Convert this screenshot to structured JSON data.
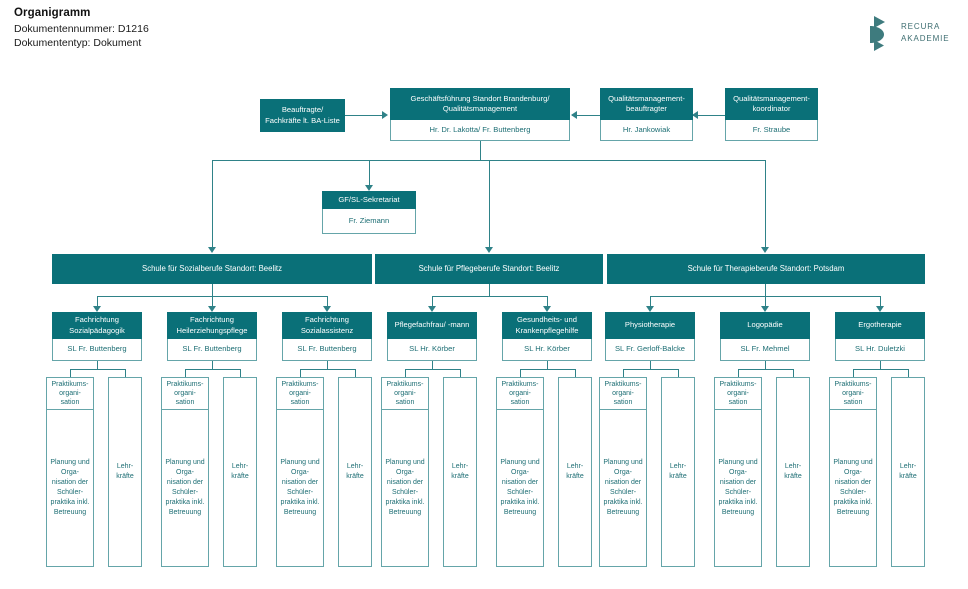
{
  "document": {
    "title": "Organigramm",
    "number_label": "Dokumentennummer: D1216",
    "type_label": "Dokumententyp: Dokument"
  },
  "logo": {
    "line1": "RECURA",
    "line2": "AKADEMIE"
  },
  "colors": {
    "teal_fill": "#0a7078",
    "teal_line": "#2f8288",
    "teal_text": "#1d6e74",
    "box_border": "#65a5a9",
    "logo_text": "#3e6e71"
  },
  "nodes": {
    "beauftragte": {
      "head": "Beauftragte/ Fachkräfte lt. BA-Liste"
    },
    "geschaeftsfuehrung": {
      "head": "Geschäftsführung Standort Brandenburg/ Qualitätsmanagement",
      "body": "Hr. Dr. Lakotta/ Fr. Buttenberg"
    },
    "qm_beauftragter": {
      "head": "Qualitätsmanagement-beauftragter",
      "body": "Hr. Jankowiak"
    },
    "qm_koordinator": {
      "head": "Qualitätsmanagement-koordinator",
      "body": "Fr. Straube"
    },
    "sekretariat": {
      "head": "GF/SL-Sekretariat",
      "body": "Fr. Ziemann"
    }
  },
  "schools": [
    {
      "id": "sozialberufe",
      "head": "Schule für Sozialberufe Standort: Beelitz",
      "departments": [
        {
          "head": "Fachrichtung Sozialpädagogik",
          "body": "SL Fr. Buttenberg"
        },
        {
          "head": "Fachrichtung Heilerziehungspflege",
          "body": "SL Fr. Buttenberg"
        },
        {
          "head": "Fachrichtung Sozialassistenz",
          "body": "SL Fr. Buttenberg"
        }
      ]
    },
    {
      "id": "pflegeberufe",
      "head": "Schule für Pflegeberufe Standort: Beelitz",
      "departments": [
        {
          "head": "Pflegefachfrau/ -mann",
          "body": "SL Hr. Körber"
        },
        {
          "head": "Gesundheits- und Krankenpflegehilfe",
          "body": "SL Hr. Körber"
        }
      ]
    },
    {
      "id": "therapieberufe",
      "head": "Schule für Therapieberufe Standort: Potsdam",
      "departments": [
        {
          "head": "Physiotherapie",
          "body": "SL Fr. Gerloff-Balcke"
        },
        {
          "head": "Logopädie",
          "body": "SL Fr. Mehmel"
        },
        {
          "head": "Ergotherapie",
          "body": "SL Hr. Duletzki"
        }
      ]
    }
  ],
  "leaf": {
    "praktikum_head": "Praktikums- organi- sation",
    "praktikum_body": "Planung und Orga- nisation der Schüler- praktika inkl. Betreuung",
    "lehrkraefte": "Lehr- kräfte"
  }
}
